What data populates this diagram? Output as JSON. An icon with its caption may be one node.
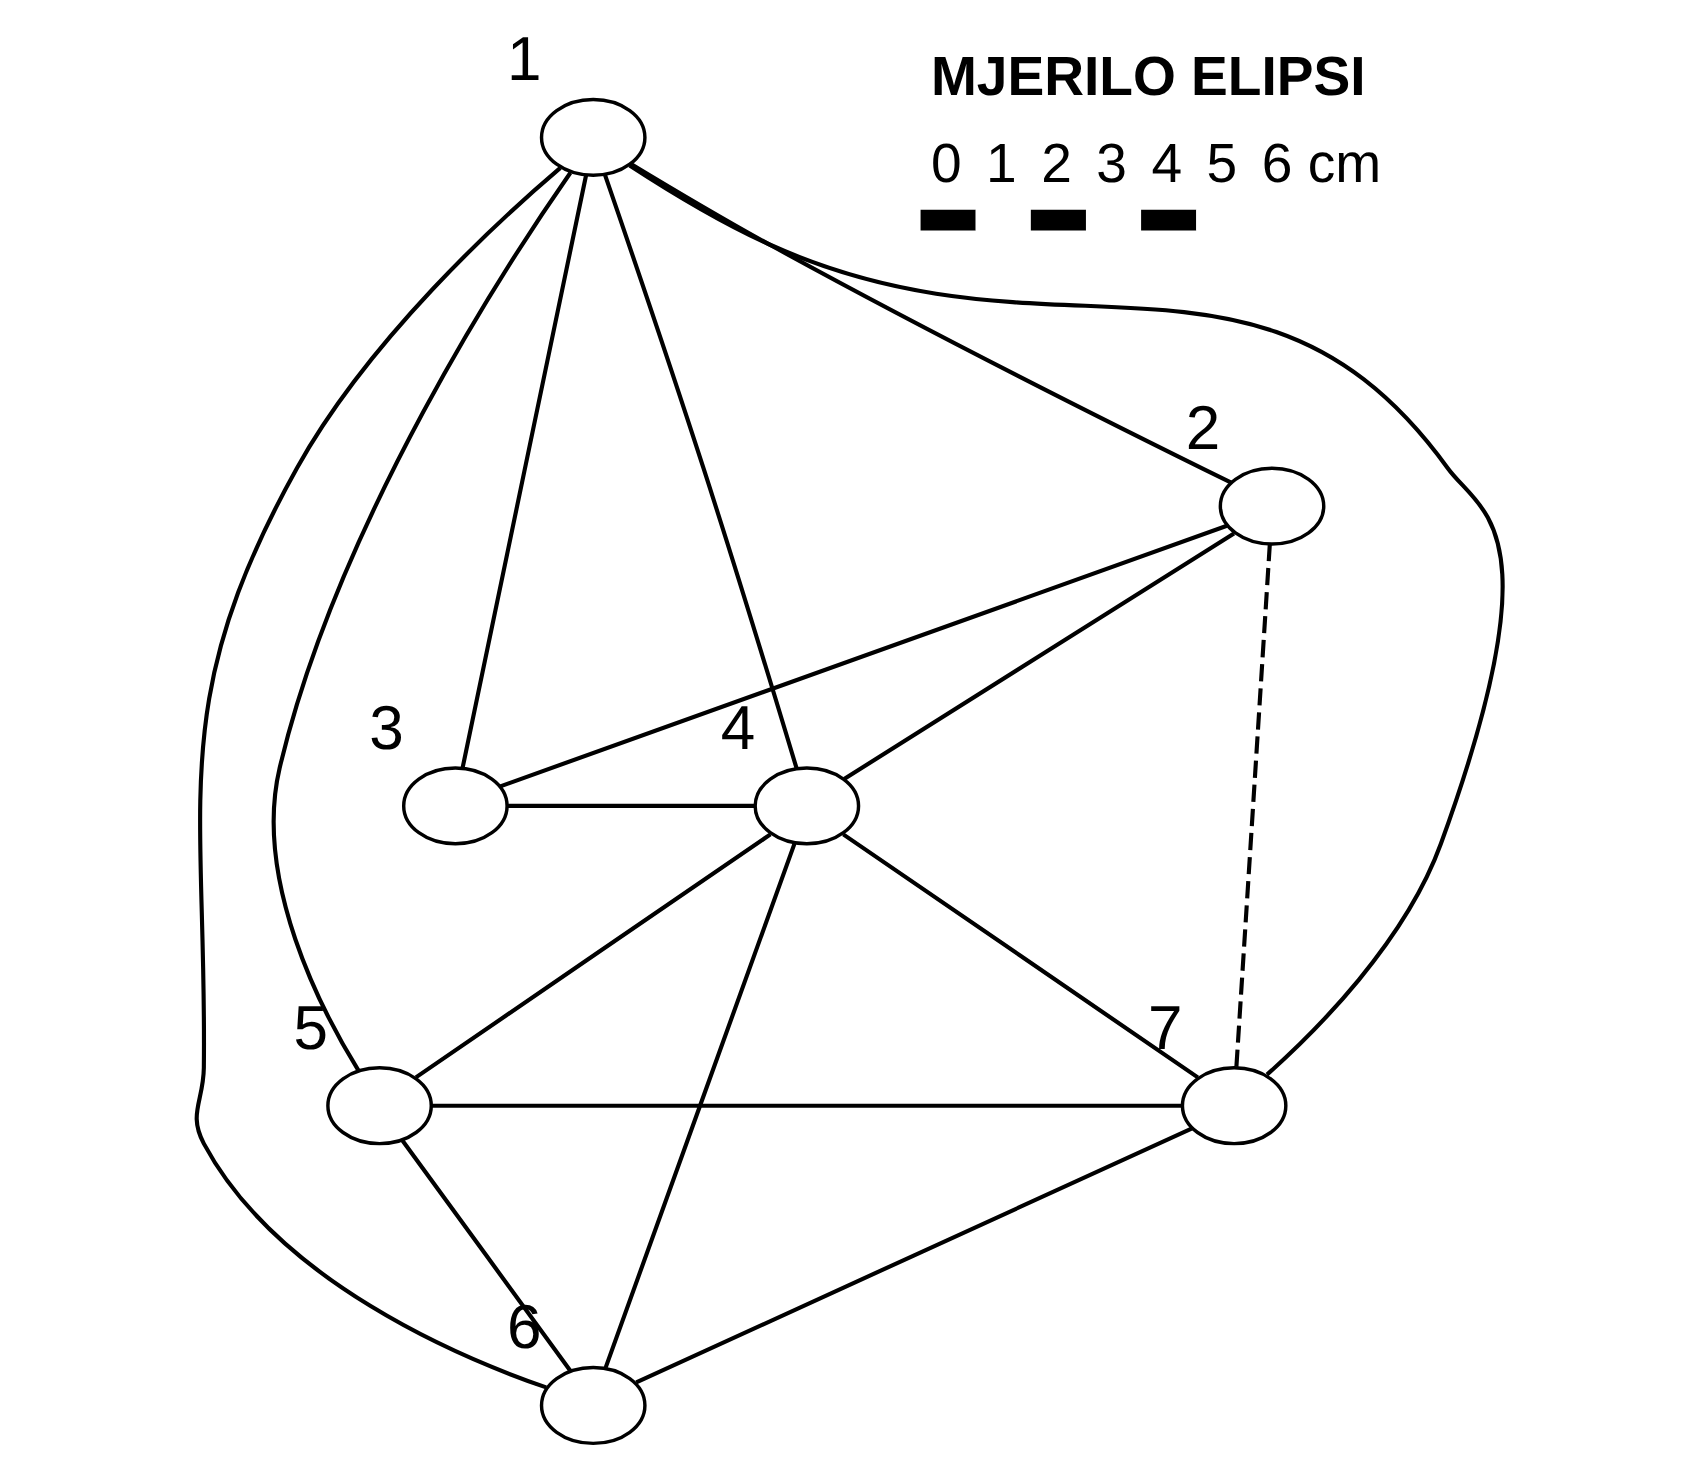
{
  "diagram": {
    "nodes": [
      {
        "text": [],
        "shape": "ellipse",
        "beside": [
          "1"
        ]
      },
      {
        "text": [],
        "shape": "ellipse",
        "beside": [
          "2"
        ]
      },
      {
        "text": [],
        "shape": "ellipse",
        "beside": [
          "3"
        ]
      },
      {
        "text": [],
        "shape": "ellipse",
        "beside": [
          "4"
        ]
      },
      {
        "text": [],
        "shape": "ellipse",
        "beside": [
          "5"
        ]
      },
      {
        "text": [],
        "shape": "ellipse",
        "beside": [
          "6"
        ]
      },
      {
        "text": [],
        "shape": "ellipse",
        "beside": [
          "7"
        ]
      }
    ],
    "edges": [
      {
        "from": 0,
        "to": 1,
        "arrow": "none"
      },
      {
        "from": 0,
        "to": 2,
        "arrow": "none"
      },
      {
        "from": 0,
        "to": 3,
        "arrow": "none"
      },
      {
        "from": 0,
        "to": 4,
        "arrow": "none"
      },
      {
        "from": 0,
        "to": 5,
        "arrow": "none"
      },
      {
        "from": 0,
        "to": 6,
        "arrow": "none"
      },
      {
        "from": 1,
        "to": 2,
        "arrow": "none"
      },
      {
        "from": 1,
        "to": 3,
        "arrow": "none"
      },
      {
        "from": 1,
        "to": 6,
        "arrow": "none",
        "style": "dashed"
      },
      {
        "from": 2,
        "to": 3,
        "arrow": "none"
      },
      {
        "from": 3,
        "to": 4,
        "arrow": "none"
      },
      {
        "from": 3,
        "to": 5,
        "arrow": "none"
      },
      {
        "from": 3,
        "to": 6,
        "arrow": "none"
      },
      {
        "from": 4,
        "to": 5,
        "arrow": "none"
      },
      {
        "from": 4,
        "to": 6,
        "arrow": "none"
      },
      {
        "from": 5,
        "to": 6,
        "arrow": "none"
      }
    ],
    "labels": [
      "MJERILO ELIPSI",
      "0",
      "1",
      "2",
      "3",
      "4",
      "5",
      "6 cm"
    ]
  }
}
